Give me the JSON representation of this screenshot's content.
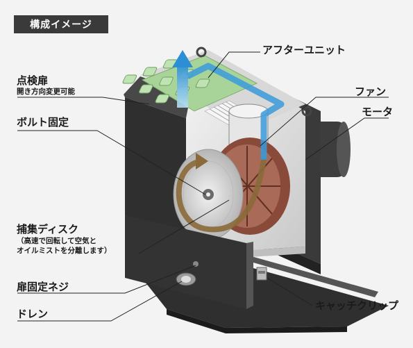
{
  "title": "構成イメージ",
  "labels": {
    "after_unit": "アフターユニット",
    "door": "点検扉",
    "door_note": "開き方向変更可能",
    "bolt": "ボルト固定",
    "fan": "ファン",
    "motor": "モータ",
    "disk": "捕集ディスク",
    "disk_note_1": "（高速で回転して空気と",
    "disk_note_2": "オイルミストを分離します）",
    "door_screw": "扉固定ネジ",
    "drain": "ドレン",
    "catch_clip": "キャッチクリップ"
  },
  "colors": {
    "title_bg": "#3a3a3a",
    "filter_green": "#a8d49a",
    "airflow_blue": "#3a9ad9",
    "rotation_brown": "#8a6a3a",
    "casing_dark": "#2f2f2f",
    "interior": "#e8e8e8",
    "fan_blades": "#8a4a3a"
  }
}
